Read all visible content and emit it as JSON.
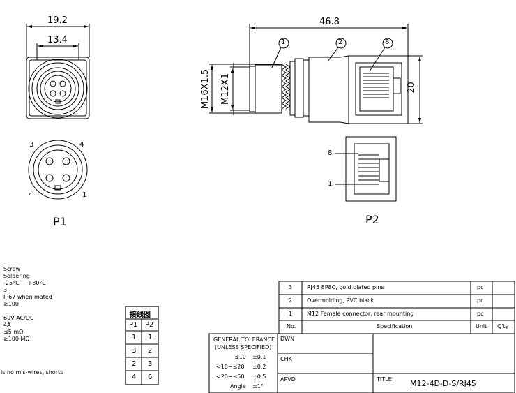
{
  "dimensions": {
    "p1_outer_width": "19.2",
    "p1_inner_width": "13.4",
    "side_length": "46.8",
    "thread_major": "M16X1.5",
    "thread_minor": "M12X1",
    "height": "20"
  },
  "balloons": [
    "1",
    "2",
    "8"
  ],
  "pin_numbers": [
    "3",
    "4",
    "2",
    "1"
  ],
  "rj45_pins": [
    "8",
    "1"
  ],
  "views": {
    "p1": "P1",
    "p2": "P2"
  },
  "specs": [
    "Screw",
    "Soldering",
    "-25°C ~ +80°C",
    "3",
    "IP67 when mated",
    "≥100",
    "",
    "60V AC/DC",
    "4A",
    "≤5 mΩ",
    "≥100 MΩ"
  ],
  "note": "is no mis-wires, shorts",
  "wiring_table": {
    "title": "接线图",
    "headers": [
      "P1",
      "P2"
    ],
    "rows": [
      [
        "1",
        "1"
      ],
      [
        "3",
        "2"
      ],
      [
        "2",
        "3"
      ],
      [
        "4",
        "6"
      ]
    ]
  },
  "bom": {
    "rows": [
      {
        "no": "3",
        "spec": "RJ45 8P8C, gold plated pins",
        "unit": "pc",
        "qty": ""
      },
      {
        "no": "2",
        "spec": "Overmolding, PVC black",
        "unit": "pc",
        "qty": ""
      },
      {
        "no": "1",
        "spec": "M12 Female connector, rear mounting",
        "unit": "pc",
        "qty": ""
      }
    ],
    "header": {
      "no": "No.",
      "spec": "Specification",
      "unit": "Unit",
      "qty": "Q'ty"
    }
  },
  "title_block": {
    "tolerance_title": "GENERAL TOLERANCE",
    "tolerance_sub": "(UNLESS SPECIFIED)",
    "tolerances": [
      {
        "range": "≤10",
        "tol": "±0.1"
      },
      {
        "range": "<10~≤20",
        "tol": "±0.2"
      },
      {
        "range": "<20~≤50",
        "tol": "±0.5"
      },
      {
        "range": "Angle",
        "tol": "±1°"
      }
    ],
    "dwn": "DWN",
    "chk": "CHK",
    "apvd": "APVD",
    "title_label": "TITLE",
    "title": "M12-4D-D-S/RJ45"
  }
}
